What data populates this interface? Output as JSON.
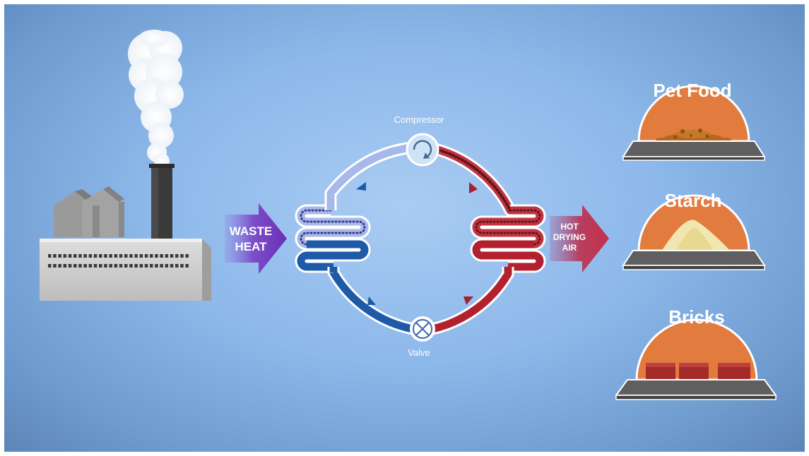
{
  "waste_heat": {
    "line1": "WASTE",
    "line2": "HEAT"
  },
  "hot_air": {
    "line1": "HOT",
    "line2": "DRYING",
    "line3": "AIR"
  },
  "cycle": {
    "compressor_label": "Compressor",
    "valve_label": "Valve",
    "cold_color": "#1e5aa8",
    "hot_color": "#b3212e"
  },
  "products": [
    {
      "label": "Pet Food"
    },
    {
      "label": "Starch"
    },
    {
      "label": "Bricks"
    }
  ],
  "colors": {
    "dome": "#e27c3e",
    "tray": "#5f5f5f",
    "arrow_purple": "#7d4fc9",
    "arrow_red": "#b6405f"
  }
}
